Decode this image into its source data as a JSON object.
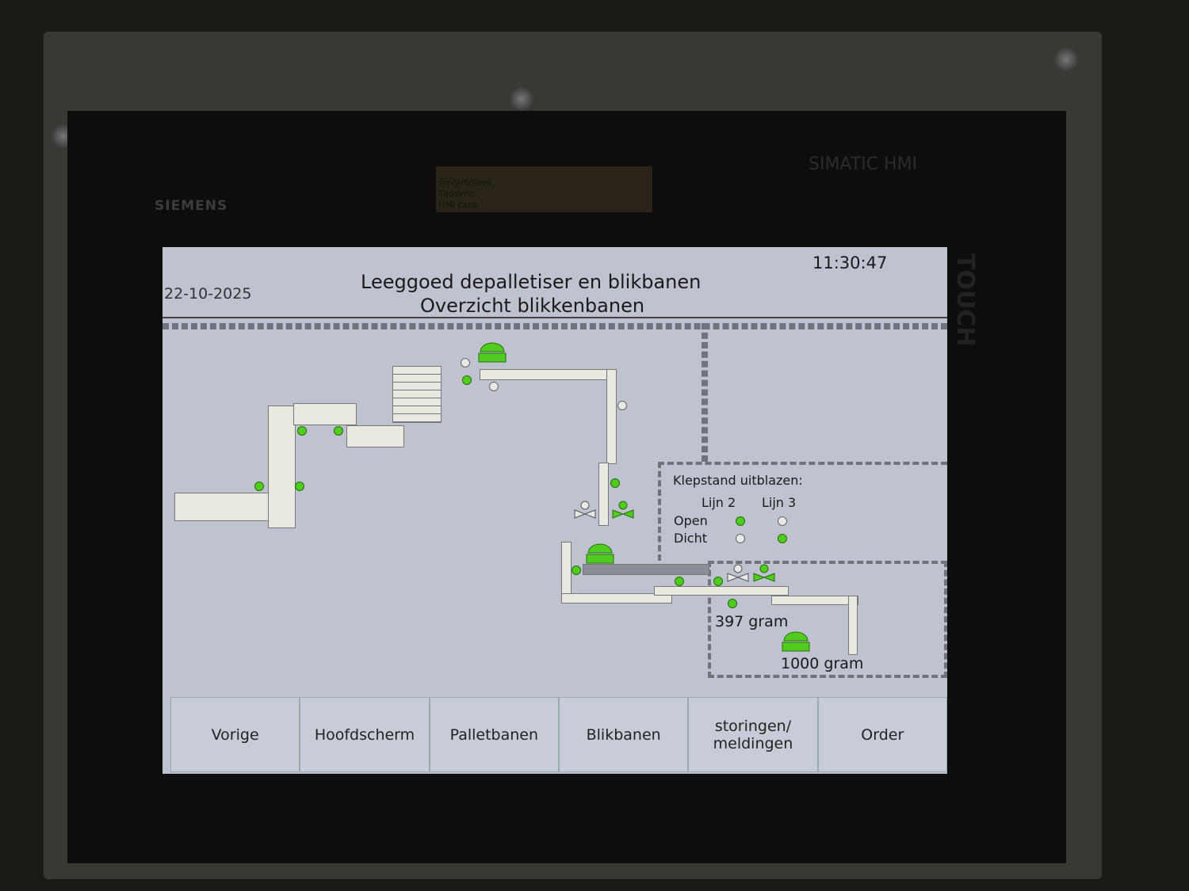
{
  "device": {
    "brand": "SIEMENS",
    "model": "SIMATIC HMI",
    "side_label": "TOUCH",
    "card_lines": [
      "Sm@rtclient",
      "Tijdsync",
      "HMI card"
    ]
  },
  "header": {
    "date": "22-10-2025",
    "time": "11:30:47",
    "title_line1": "Leeggoed depalletiser en blikbanen",
    "title_line2": "Overzicht blikkenbanen"
  },
  "klepstand": {
    "title": "Klepstand uitblazen:",
    "col1": "Lijn 2",
    "col2": "Lijn 3",
    "row1": "Open",
    "row2": "Dicht",
    "states": {
      "lijn2_open": true,
      "lijn2_dicht": false,
      "lijn3_open": false,
      "lijn3_dicht": true
    }
  },
  "labels": {
    "weight1": "397 gram",
    "weight2": "1000 gram"
  },
  "colors": {
    "active": "#4fcc1e",
    "inactive": "#e8e8e4",
    "screen": "#bfc3cf"
  },
  "nav": [
    "Vorige",
    "Hoofdscherm",
    "Palletbanen",
    "Blikbanen",
    "storingen/\nmeldingen",
    "Order"
  ]
}
